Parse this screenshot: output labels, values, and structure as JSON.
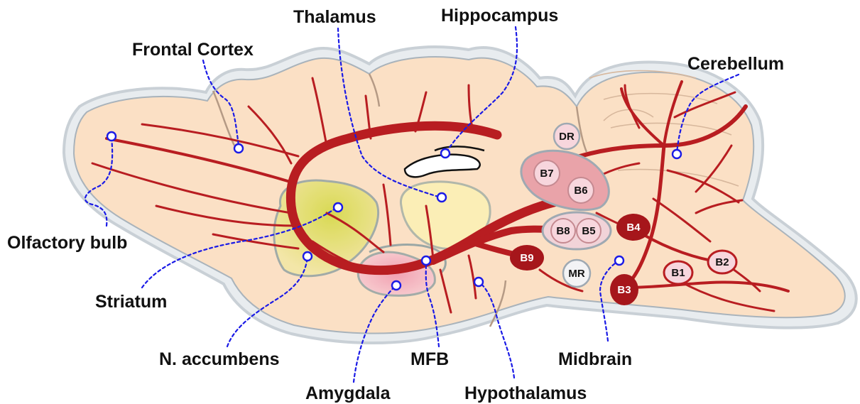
{
  "figure": {
    "colors": {
      "brain_fill": "#fbe0c5",
      "brain_outline": "#b9c4cd",
      "vessel": "#b81d21",
      "leader_line": "#1a1ae6",
      "striatum_highlight": "#d9dd58",
      "amygdala_highlight": "#f3a9b9",
      "thalamus_highlight": "#fbf0b5",
      "nucleus_light": "#f7d6dd",
      "nucleus_dark": "#a6161b"
    }
  },
  "regions": {
    "frontal_cortex": "Frontal Cortex",
    "thalamus": "Thalamus",
    "hippocampus": "Hippocampus",
    "cerebellum": "Cerebellum",
    "olfactory_bulb": "Olfactory bulb",
    "striatum": "Striatum",
    "nucleus_accumbens": "N. accumbens",
    "mfb": "MFB",
    "amygdala": "Amygdala",
    "hypothalamus": "Hypothalamus",
    "midbrain": "Midbrain"
  },
  "nuclei": {
    "dr": "DR",
    "b7": "B7",
    "b6": "B6",
    "b8": "B8",
    "b5": "B5",
    "mr": "MR",
    "b4": "B4",
    "b9": "B9",
    "b1": "B1",
    "b2": "B2",
    "b3": "B3"
  }
}
